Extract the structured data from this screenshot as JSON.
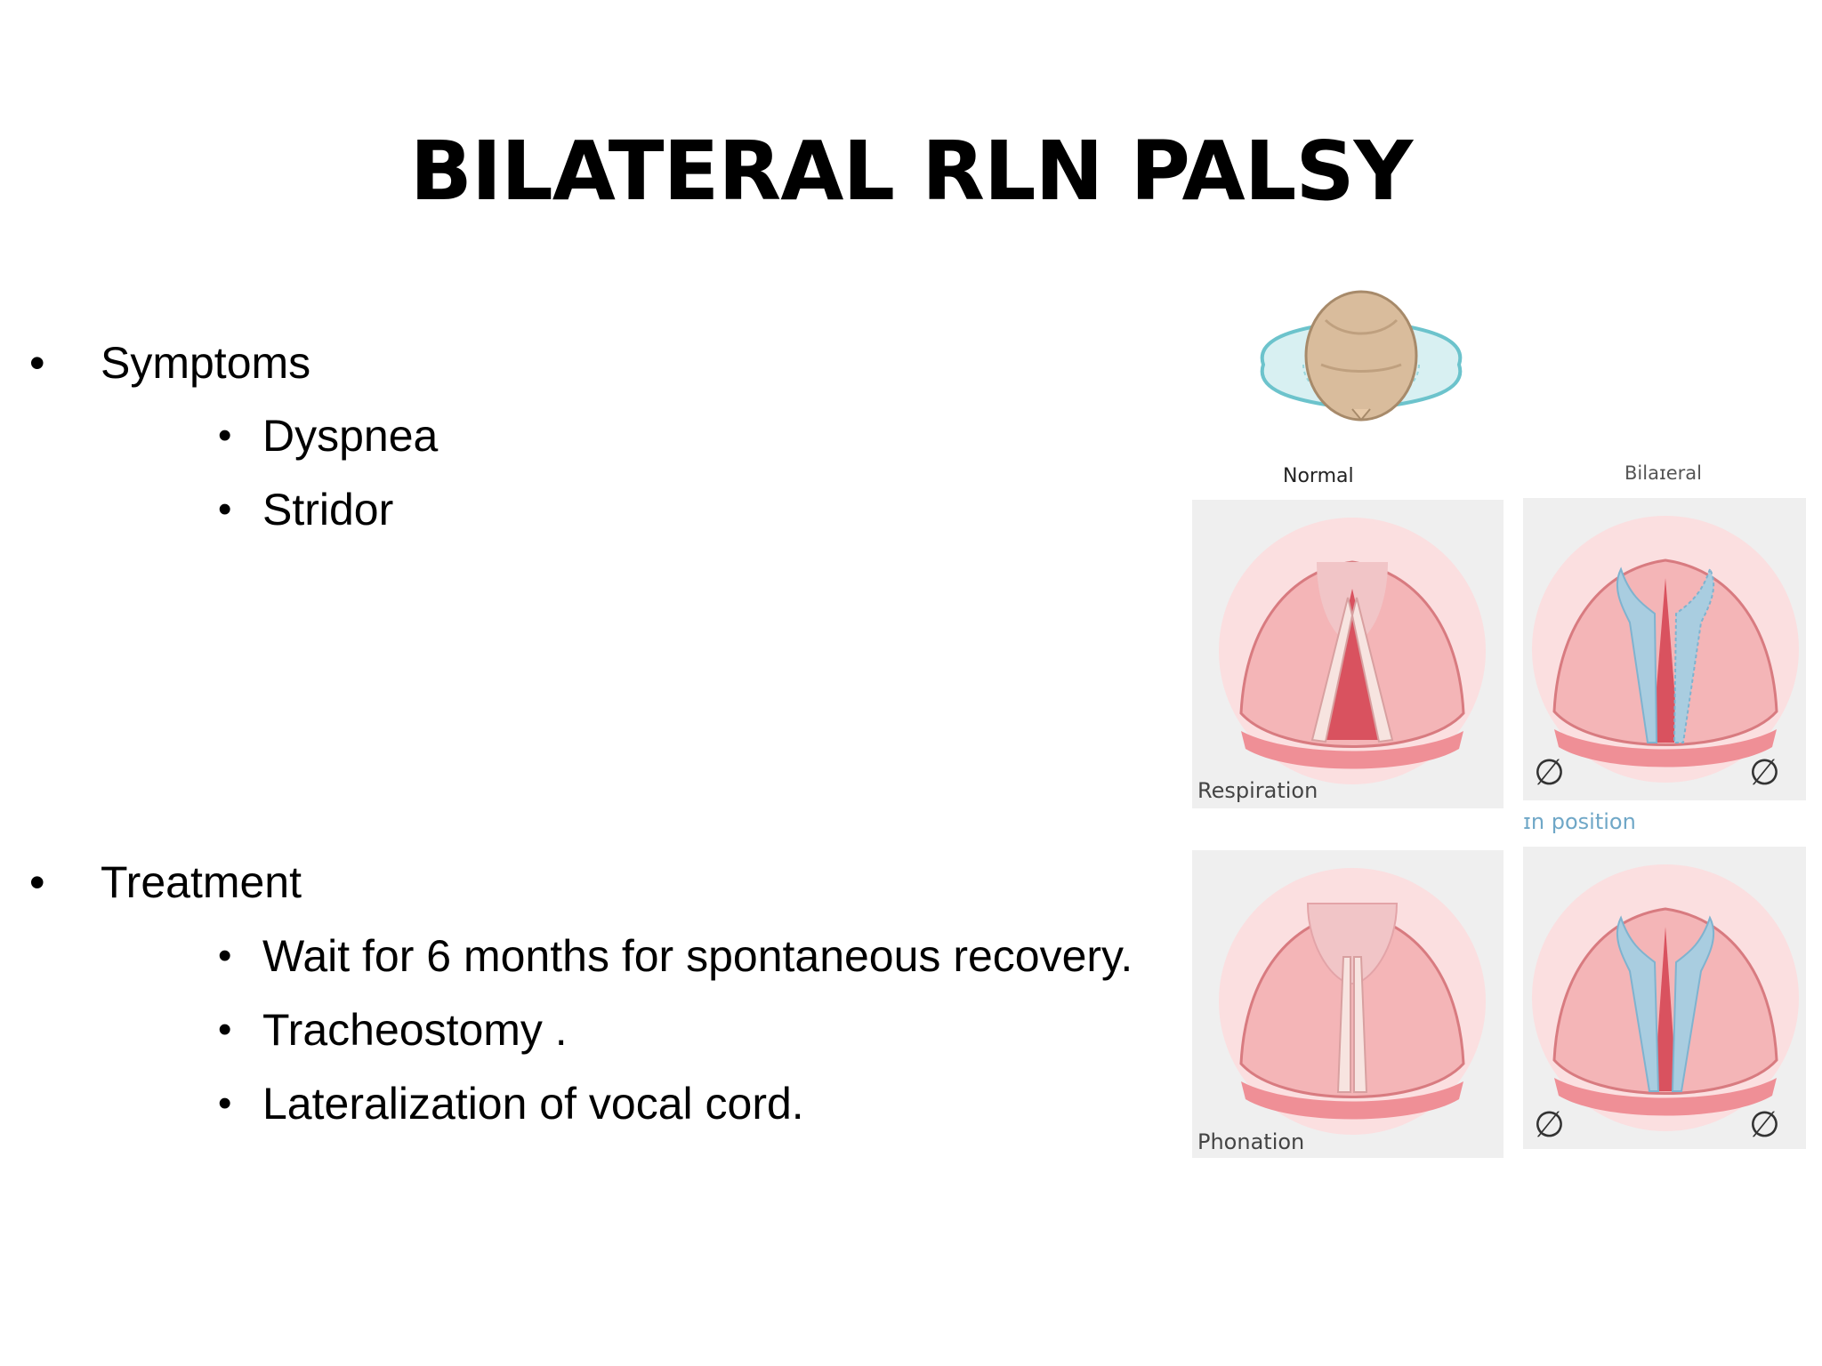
{
  "title": "BILATERAL RLN PALSY",
  "sections": [
    {
      "heading": "Symptoms",
      "items": [
        "Dyspnea",
        "Stridor"
      ]
    },
    {
      "heading": "Treatment",
      "items": [
        "Wait for 6 months for spontaneous recovery.",
        "Tracheostomy .",
        "Lateralization of vocal cord."
      ]
    }
  ],
  "figure": {
    "col_normal": "Normal",
    "col_bilateral": "Bilaɪeral",
    "row_respiration": "Respiration",
    "row_phonation": "Phonation",
    "paramedian": "ɪn position",
    "no_symbol": "∅",
    "colors": {
      "tissue": "#f2a4a6",
      "cord_normal": "#f7e4e0",
      "cord_paralyzed": "#a9cde0",
      "airway": "#d9525f"
    }
  },
  "bullet_char": "•"
}
